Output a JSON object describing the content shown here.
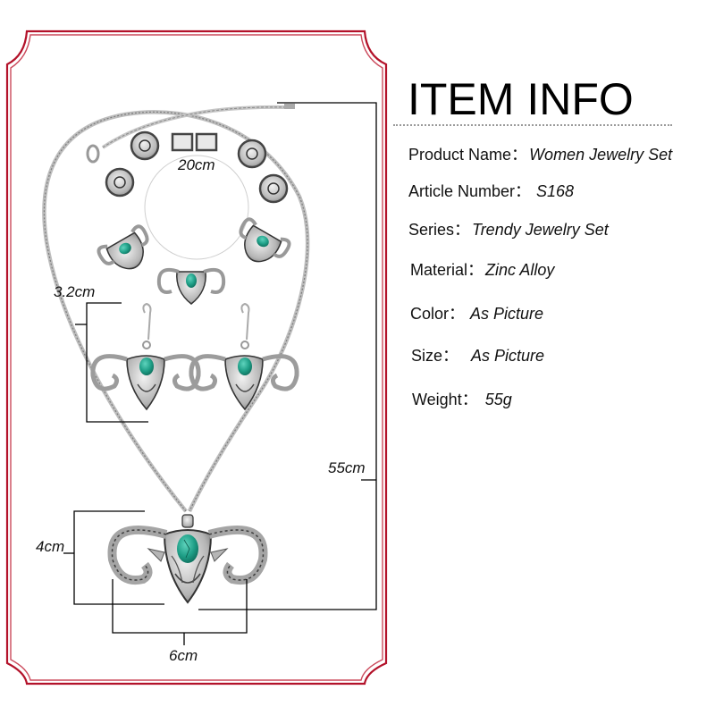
{
  "header": {
    "title": "ITEM INFO"
  },
  "item_info": [
    {
      "label": "Product Name：",
      "value": "Women  Jewelry Set"
    },
    {
      "label": "Article Number：",
      "value": "S168"
    },
    {
      "label": "Series：",
      "value": "Trendy  Jewelry Set"
    },
    {
      "label": "Material：",
      "value": "Zinc Alloy"
    },
    {
      "label": "Color：",
      "value": "As Picture"
    },
    {
      "label": "Size：",
      "value": "As Picture"
    },
    {
      "label": "Weight：",
      "value": "55g"
    }
  ],
  "dimensions": {
    "bracelet": "20cm",
    "earring": "3.2cm",
    "necklace_length": "55cm",
    "pendant_height": "4cm",
    "pendant_width": "6cm"
  },
  "colors": {
    "frame_red": "#b3122a",
    "frame_light": "#f2c9cf",
    "turquoise": "#1e9e86",
    "silver": "#b9b9b9",
    "dark_metal": "#3a3a3a"
  },
  "icons": {
    "product_image": "jewelry-set-illustration"
  }
}
